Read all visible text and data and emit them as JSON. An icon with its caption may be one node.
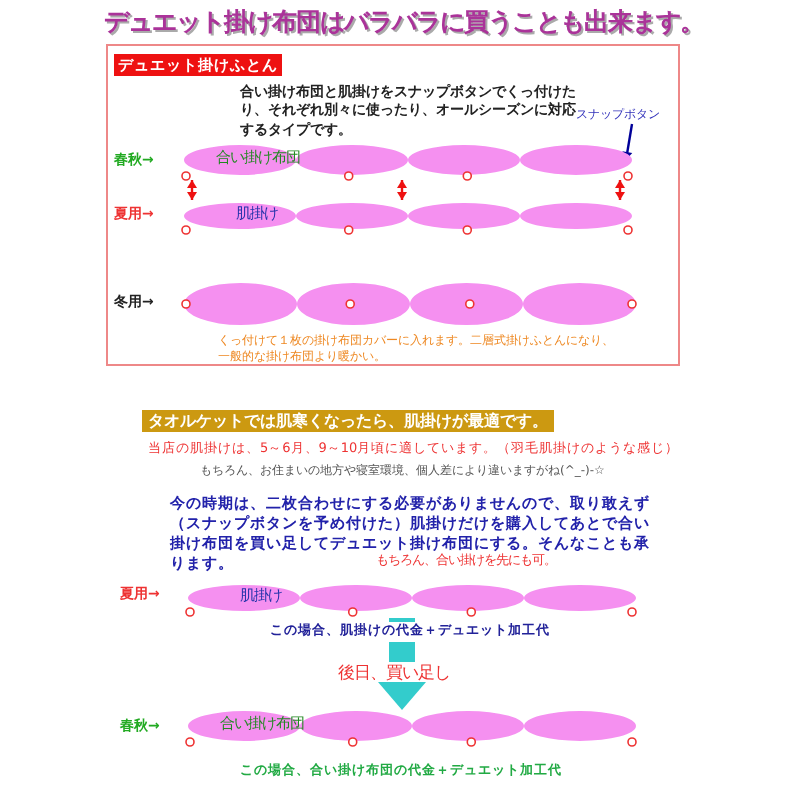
{
  "diagram": {
    "title": "デュエット掛け布団はバラバラに買うことも出来ます。",
    "nodes": [
      {
        "text": [
          "デュエット掛けふとん"
        ]
      },
      {
        "text": [
          "合い掛け布団"
        ],
        "in": 0,
        "beside": [
          "春秋→"
        ]
      },
      {
        "text": [
          "肌掛け"
        ],
        "in": 0,
        "beside": [
          "夏用→"
        ]
      },
      {
        "text": [],
        "shape": "cloud",
        "in": 0,
        "beside": [
          "冬用→",
          "くっ付けて１枚の掛け布団カバーに入れます。二層式掛けふとんになり、一般的な掛け布団より暖かい。"
        ]
      },
      {
        "text": [
          "肌掛け"
        ],
        "beside": [
          "夏用→"
        ]
      },
      {
        "text": [
          "合い掛け布団"
        ],
        "beside": [
          "春秋→"
        ]
      },
      {
        "text": [
          "スナップボタン"
        ],
        "in": 0
      }
    ],
    "edges": [
      {
        "from": 1,
        "to": 2,
        "arrow": "both"
      },
      {
        "from": 1,
        "to": 2,
        "arrow": "both"
      },
      {
        "from": 1,
        "to": 2,
        "arrow": "both"
      },
      {
        "from": 6,
        "to": null,
        "arrow": "to",
        "color": "#000099"
      },
      {
        "from": 4,
        "to": 5,
        "arrow": "to",
        "label": "後日、買い足し",
        "style": "thick",
        "color": "#33cccc"
      }
    ],
    "labels": [
      "合い掛け布団と肌掛けをスナップボタンでくっ付けたり、それぞれ別々に使ったり、オールシーズンに対応するタイプです。",
      "タオルケットでは肌寒くなったら、肌掛けが最適です。",
      "当店の肌掛けは、5～6月、9～10月頃に適しています。（羽毛肌掛けのような感じ）",
      "もちろん、お住まいの地方や寝室環境、個人差により違いますがね(^_-)-☆",
      "今の時期は、二枚合わせにする必要がありませんので、取り敢えず（スナップボタンを予め付けた）肌掛けだけを購入してあとで合い掛け布団を買い足してデュエット掛け布団にする。そんなことも承ります。",
      "もちろん、合い掛けを先にも可。",
      "この場合、肌掛けの代金＋デュエット加工代",
      "この場合、合い掛け布団の代金＋デュエット加工代"
    ]
  }
}
